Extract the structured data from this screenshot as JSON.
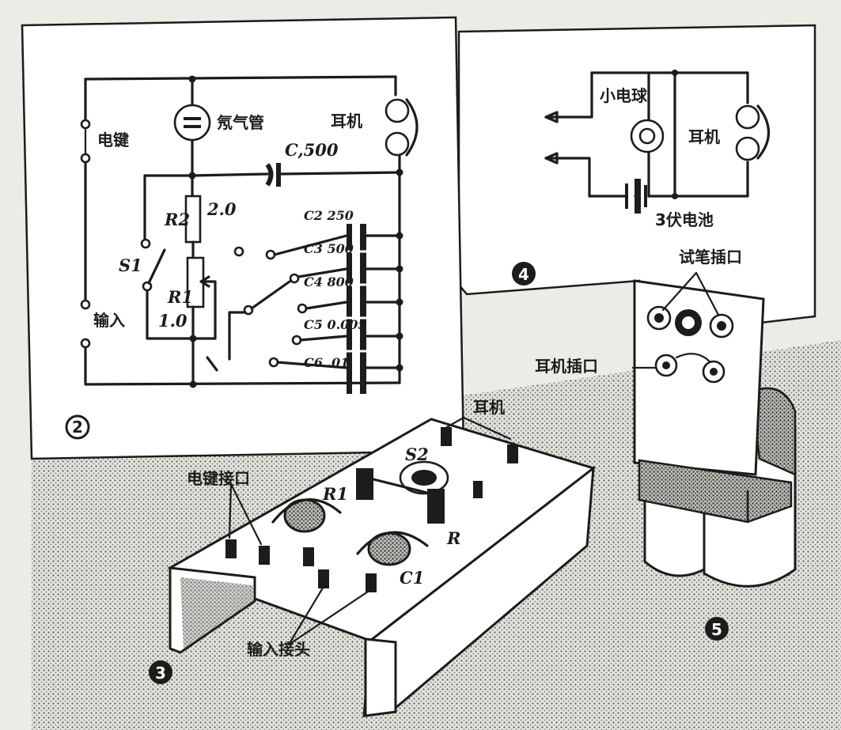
{
  "figure2": {
    "number": "2",
    "label_electrode": "电键",
    "label_neon": "氖气管",
    "label_earphone": "耳机",
    "label_input": "输入",
    "label_c": "C,500",
    "label_r2": "R2",
    "label_r2_value": "2.0",
    "label_r1": "R1",
    "label_r1_value": "1.0",
    "label_s1": "S1",
    "caps": [
      "C2 250",
      "C3 500",
      "C4 800",
      "C5 0.005",
      "C6 .01"
    ]
  },
  "figure4": {
    "number": "4",
    "label_bulb": "小电球",
    "label_earphone": "耳机",
    "label_battery": "3伏电池"
  },
  "figure3": {
    "number": "3",
    "label_key": "电键接口",
    "label_earphone": "耳机",
    "label_input": "输入接头",
    "label_s2": "S2",
    "label_r": "R",
    "label_c1": "C1",
    "label_r1": "R1"
  },
  "figure5": {
    "number": "5",
    "label_probe": "试笔插口",
    "label_earphone_jack": "耳机插口"
  }
}
